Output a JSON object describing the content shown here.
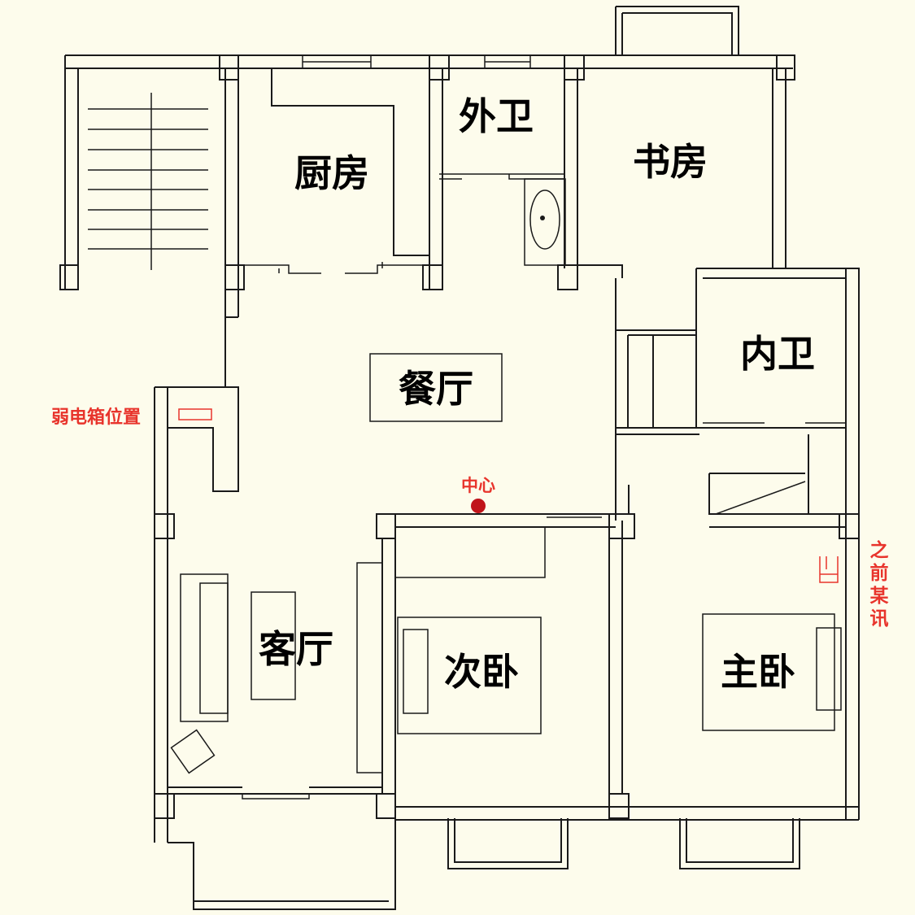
{
  "rooms": {
    "kitchen": "厨房",
    "guest_bath": "外卫",
    "study": "书房",
    "dining": "餐厅",
    "master_bath": "内卫",
    "living": "客厅",
    "second_bedroom": "次卧",
    "master_bedroom": "主卧"
  },
  "annotations": {
    "weak_current_box": "弱电箱位置",
    "center": "中心",
    "previous_note": [
      "之",
      "前",
      "某",
      "讯"
    ]
  },
  "colors": {
    "background": "#fdfcec",
    "wall": "#1a1a1a",
    "annotation": "#e8342c",
    "center_dot": "#c0141a"
  }
}
